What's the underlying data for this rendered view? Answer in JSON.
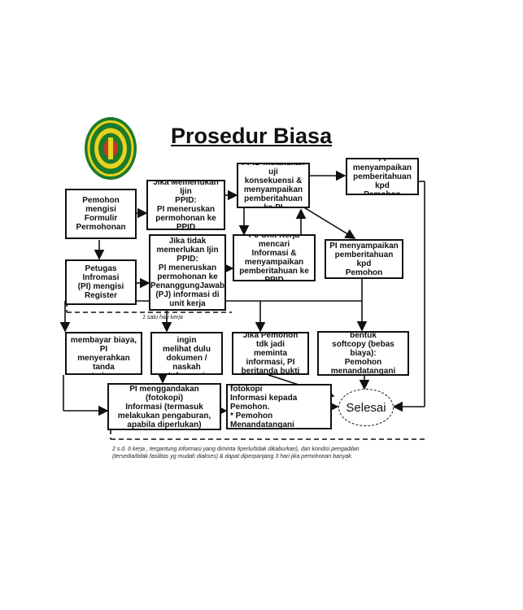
{
  "title": "Prosedur Biasa",
  "logo": {
    "kind": "round court seal",
    "colors": [
      "#1c7a2c",
      "#e8d21c",
      "#c0392b"
    ]
  },
  "boxes": {
    "pemohon": "Pemohon mengisi\nFormulir\nPermohonan",
    "petugas": "Petugas Infromasi\n(PI) mengisi\nRegister",
    "jika_ijin": "Jika Memerlukan Ijin\nPPID:\nPI meneruskan\npermohonan ke\nPPID",
    "jika_tidak": "Jika tidak\nmemerlukan Ijin\nPPID:\nPI meneruskan\npermohonan ke\nPenanggungJawab\n(PJ) informasi di\nunit kerja",
    "ppid": "PPID melakukan uji\nkonsekuensi &\nmenyampaikan\npemberitahuan ke PI",
    "pj": "PJ Unit Kerja mencari\nInformasi &\nmenyampaikan\npemberitahuan ke PPID",
    "pi_kpd_1": "PI menyampaikan\npemberitahuan kpd\nPemohon",
    "pi_kpd_2": "PI menyampaikan\npemberitahuan kpd\nPemohon",
    "mau": "Jika Pemohon mau &\nmembayar biaya, PI\nmenyerahkan tanda\nterima pembayaran",
    "ingin": "Jika Pemohon ingin\nmelihat dulu\ndokumen / naskah\nInformasi",
    "tdk_jadi": "Jika Pemohon tdk jadi\nmeminta informasi, PI\nberitanda bukti",
    "softcopy": "Jika Informasi dpt\ndiberikan dalam bentuk\nsoftcopy (bebas biaya):\nPemohon menandatangani\ntanda terima Informasi",
    "fotokopi": "PI menggandakan (fotokopi)\nInformasi (termasuk\nmelakukan pengaburan,\napabila diperlukan)",
    "menyerahkan": "* PI menyerahkan fotokopi\nInformasi kepada Pemohon.\n* Pemohon Menandatangani\ntanda terima Informasi."
  },
  "selesai": "Selesai",
  "notes": {
    "satu_hari": "1 satu hari kerja",
    "footer": "2 s.d. 6 kerja , tergantung informasi yang diminta 9perlu/tidak dikaburkan), dan kondisi pengadilan\n(tersedia/tidak fasilitas yg mudah diakses) & dapat diperpanjang 3 hari jika pemohonan banyak."
  }
}
